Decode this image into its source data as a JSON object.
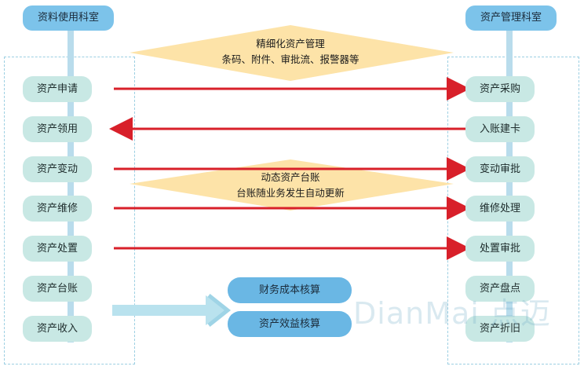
{
  "left_column": {
    "header": "资料使用科室",
    "items": [
      "资产申请",
      "资产领用",
      "资产变动",
      "资产维修",
      "资产处置",
      "资产台账",
      "资产收入"
    ]
  },
  "right_column": {
    "header": "资产管理科室",
    "items": [
      "资产采购",
      "入账建卡",
      "变动审批",
      "维修处理",
      "处置审批",
      "资产盘点",
      "资产折旧"
    ]
  },
  "top_diamond": {
    "line1": "精细化资产管理",
    "line2": "条码、附件、审批流、报警器等"
  },
  "middle_diamond": {
    "line1": "动态资产台账",
    "line2": "台账随业务发生自动更新"
  },
  "center_boxes": [
    "财务成本核算",
    "资产效益核算"
  ],
  "watermark": "DianMai 点迈",
  "colors": {
    "arrow": "#d8202a",
    "pill": "#c8e8e4",
    "header": "#7cc3ea",
    "diamond": "#fde3a8",
    "blue_pill": "#6ab7e4"
  }
}
